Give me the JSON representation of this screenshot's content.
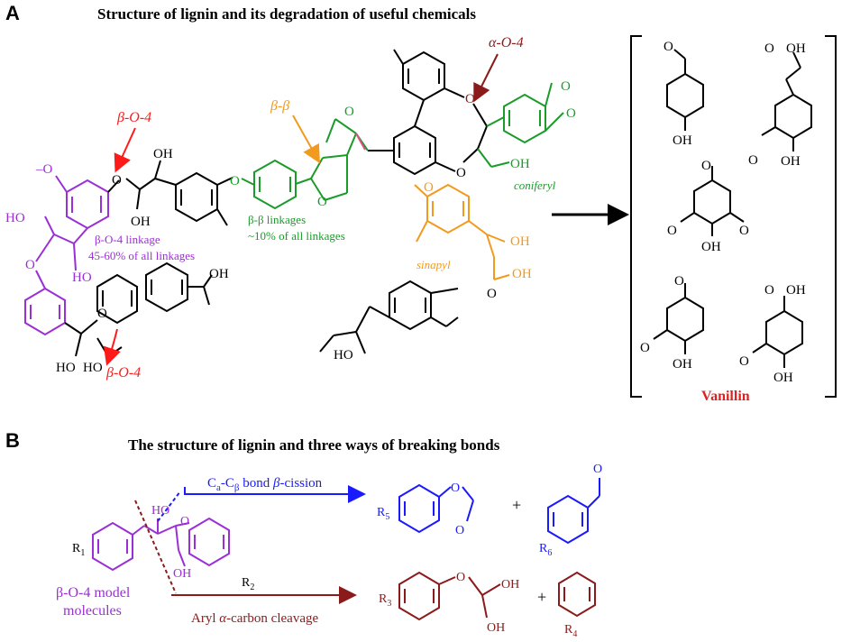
{
  "panel_a": {
    "letter": "A",
    "title": "Structure of lignin and its degradation of useful chemicals",
    "bond_labels": {
      "bo4_top": "β-O-4",
      "bo4_bottom": "β-O-4",
      "bb": "β-β",
      "ao4": "α-O-4"
    },
    "annotations": {
      "bo4_linkage_line1": "β-O-4 linkage",
      "bo4_linkage_line2": "45-60% of all linkages",
      "bb_linkage_line1": "β-β linkages",
      "bb_linkage_line2": "~10% of all linkages",
      "coniferyl": "coniferyl",
      "sinapyl": "sinapyl"
    },
    "atoms": {
      "o": "O",
      "oh": "OH",
      "ho": "HO",
      "methoxy": "–O"
    },
    "product_label": "Vanillin",
    "colors": {
      "purple": "#9b2fd6",
      "green": "#1a9b2a",
      "orange": "#f29a1e",
      "red": "#ff1a1a",
      "darkred": "#8b1a1a",
      "black": "#000000",
      "blue": "#1a1aff"
    }
  },
  "panel_b": {
    "letter": "B",
    "title": "The structure of lignin and three ways of breaking bonds",
    "pathway_top": "Cα-Cβ bond β-cission",
    "pathway_top_parts": {
      "c1": "C",
      "a": "a",
      "dash": "-C",
      "b": "β",
      "rest": " bond ",
      "beta": "β",
      "end": "-cission"
    },
    "pathway_bottom": "Aryl α-carbon cleavage",
    "pathway_bottom_parts": {
      "word": "Aryl ",
      "alpha": "α",
      "rest": "-carbon cleavage"
    },
    "model_label_line1": "β-O-4 model",
    "model_label_line2": "molecules",
    "substituents": {
      "r1": "R",
      "r1s": "1",
      "r2": "R",
      "r2s": "2",
      "r3": "R",
      "r3s": "3",
      "r4": "R",
      "r4s": "4",
      "r5": "R",
      "r5s": "5",
      "r6": "R",
      "r6s": "6"
    },
    "plus": "+"
  }
}
